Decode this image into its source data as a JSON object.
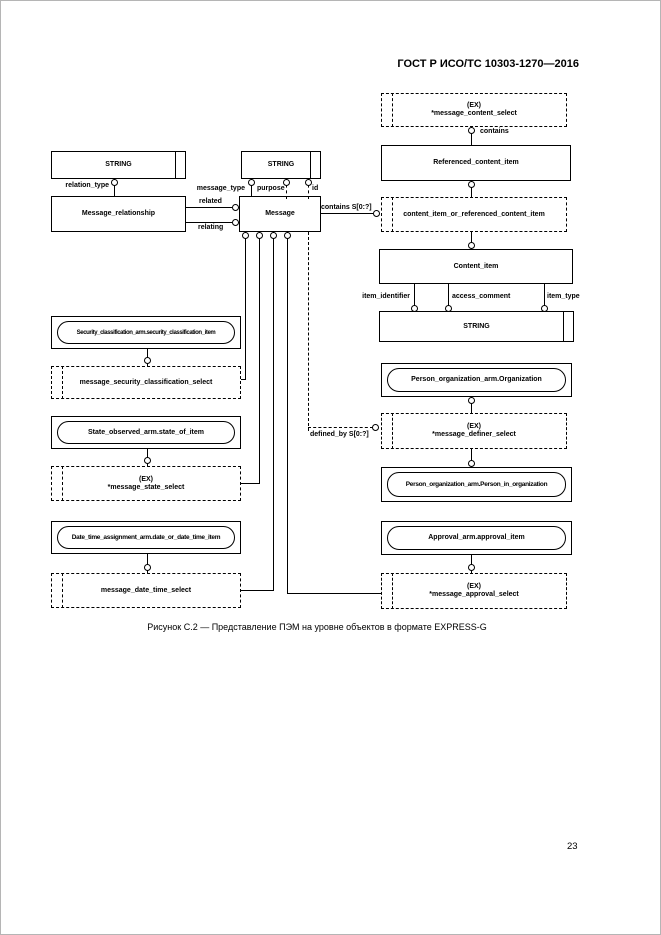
{
  "header": {
    "title": "ГОСТ Р ИСО/ТС 10303-1270—2016"
  },
  "figure": {
    "caption": "Рисунок С.2 — Представление ПЭМ на уровне объектов в формате EXPRESS-G"
  },
  "footer": {
    "page_number": "23"
  },
  "colors": {
    "ink": "#000000",
    "paper": "#ffffff"
  },
  "diagram": {
    "notation": "EXPRESS-G",
    "entities": {
      "message_relationship": "Message_relationship",
      "message": "Message",
      "referenced_content_item": "Referenced_content_item",
      "content_item": "Content_item",
      "string_left": "STRING",
      "string_right": "STRING",
      "string_bottom": "STRING"
    },
    "selects": {
      "message_content_select": {
        "l1": "(EX)",
        "l2": "*message_content_select"
      },
      "content_item_or_referenced_content_item": {
        "l1": "content_item_or_referenced_content_item"
      },
      "message_security_classification_select": {
        "l1": "message_security_classification_select"
      },
      "message_state_select": {
        "l1": "(EX)",
        "l2": "*message_state_select"
      },
      "message_date_time_select": {
        "l1": "message_date_time_select"
      },
      "message_definer_select": {
        "l1": "(EX)",
        "l2": "*message_definer_select"
      },
      "message_approval_select": {
        "l1": "(EX)",
        "l2": "*message_approval_select"
      }
    },
    "externals": {
      "security_classification": "Security_classification_arm.security_classification_item",
      "state_observed": "State_observed_arm.state_of_item",
      "date_time_assignment": "Date_time_assignment_arm.date_or_date_time_item",
      "organization": "Person_organization_arm.Organization",
      "person_in_organization": "Person_organization_arm.Person_in_organization",
      "approval": "Approval_arm.approval_item"
    },
    "attributes": {
      "relation_type": "relation_type",
      "related": "related",
      "relating": "relating",
      "message_type": "message_type",
      "purpose": "purpose",
      "id": "id",
      "contains_set": "contains S[0:?]",
      "contains": "contains",
      "item_identifier": "item_identifier",
      "access_comment": "access_comment",
      "item_type": "item_type",
      "defined_by": "defined_by S[0:?]"
    }
  }
}
